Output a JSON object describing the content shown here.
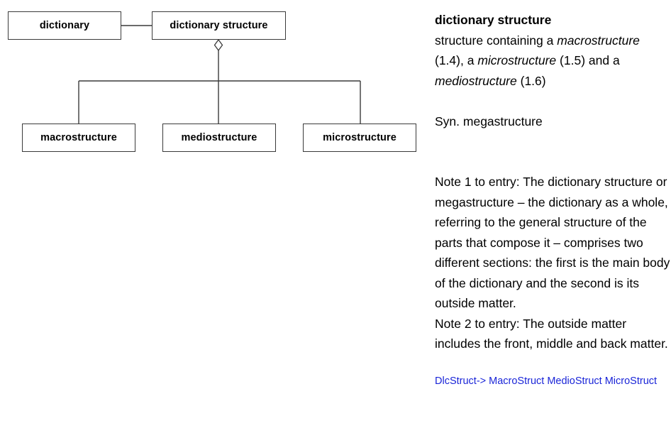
{
  "diagram": {
    "nodes": [
      {
        "id": "dictionary",
        "label": "dictionary"
      },
      {
        "id": "dictionary-structure",
        "label": "dictionary structure"
      },
      {
        "id": "macrostructure",
        "label": "macrostructure"
      },
      {
        "id": "mediostructure",
        "label": "mediostructure"
      },
      {
        "id": "microstructure",
        "label": "microstructure"
      }
    ],
    "relations": [
      {
        "from": "dictionary",
        "to": "dictionary-structure",
        "type": "association"
      },
      {
        "from": "dictionary-structure",
        "to": "macrostructure",
        "type": "aggregation"
      },
      {
        "from": "dictionary-structure",
        "to": "mediostructure",
        "type": "aggregation"
      },
      {
        "from": "dictionary-structure",
        "to": "microstructure",
        "type": "aggregation"
      }
    ],
    "line_color": "#3a3a3a",
    "box_fill": "#ffffff"
  },
  "entry": {
    "term": "dictionary structure",
    "definition": {
      "lead": "structure containing a ",
      "ref1": "macrostructure",
      "mid1": " (1.4), a ",
      "ref2": "microstructure",
      "mid2": " (1.5) and a ",
      "ref3": "mediostructure",
      "tail": " (1.6)"
    },
    "synonym": "Syn. megastructure",
    "note1": "Note 1 to entry: The dictionary structure or megastructure – the dictionary as a whole, referring to the general structure of the parts that compose it – comprises two different sections: the first is the main body of the dictionary and the second is its outside matter.",
    "note2": "Note 2 to entry: The outside matter includes the front, middle and back matter.",
    "code": "DlcStruct-> MacroStruct MedioStruct MicroStruct",
    "code_color": "#1a25d8"
  }
}
